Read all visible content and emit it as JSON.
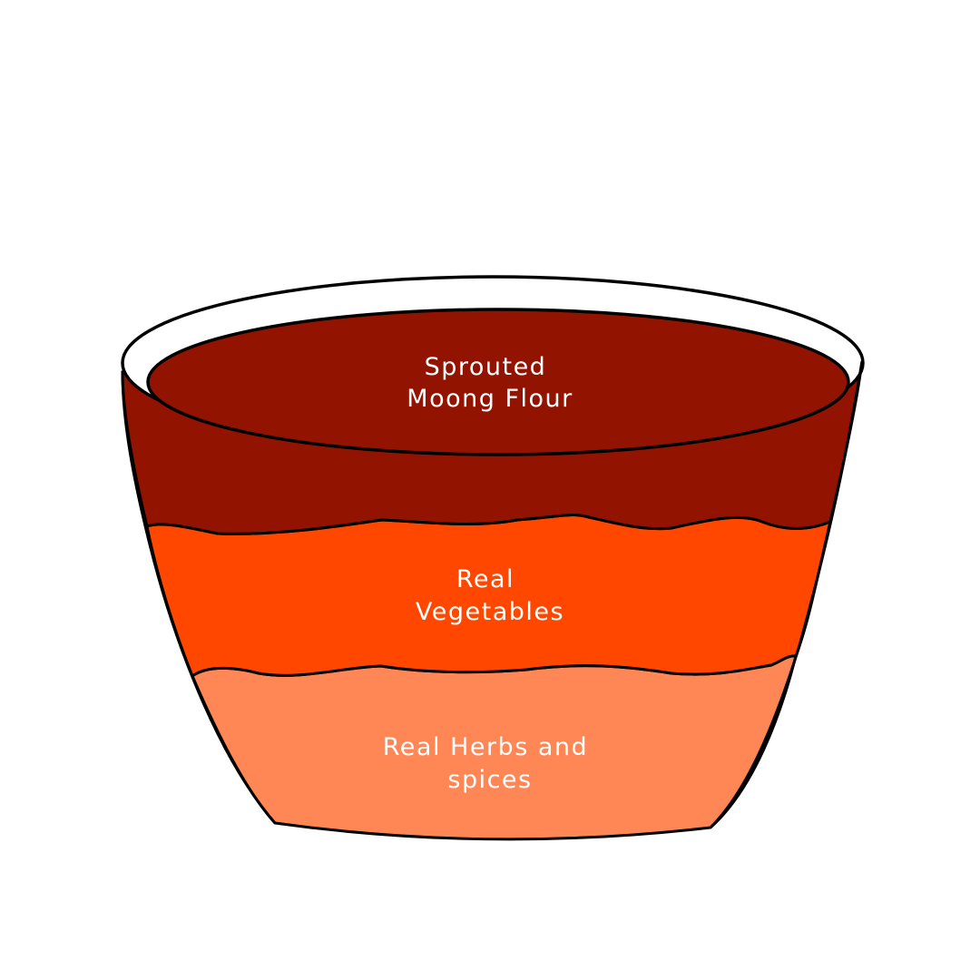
{
  "colors": {
    "background": "#ffffff",
    "outline": "#000000",
    "rim_inner": "#ffffff",
    "layer_top": "#921300",
    "layer_middle": "#ff4700",
    "layer_bottom": "#ff8655",
    "label_text": "#ffffff"
  },
  "bowl": {
    "layers": [
      {
        "id": "top",
        "lines": [
          "Sprouted",
          "Moong Flour"
        ]
      },
      {
        "id": "middle",
        "lines": [
          "Real",
          "Vegetables"
        ]
      },
      {
        "id": "bottom",
        "lines": [
          "Real Herbs and",
          "spices"
        ]
      }
    ]
  }
}
